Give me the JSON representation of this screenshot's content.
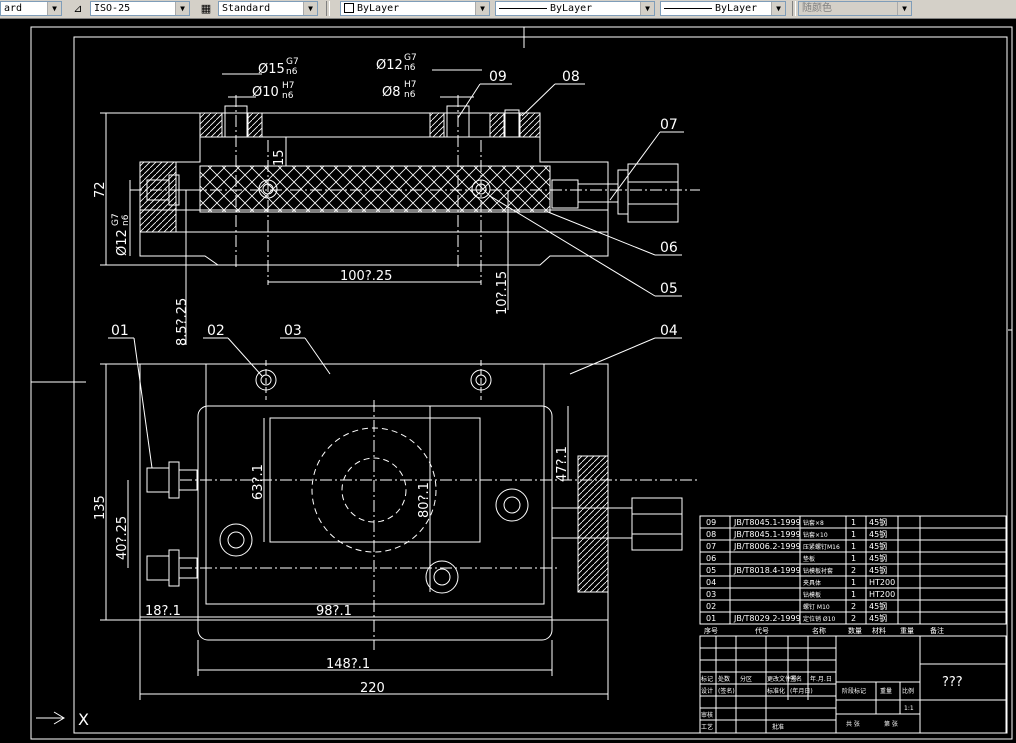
{
  "toolbar": {
    "text_style": "ard",
    "dim_style": "ISO-25",
    "table_style": "Standard",
    "layer": "ByLayer",
    "linetype": "ByLayer",
    "lineweight": "ByLayer",
    "plot_style": "随颜色"
  },
  "drawing": {
    "dims": {
      "d15": "Ø15",
      "d15_tol_top": "G7",
      "d15_tol_bot": "n6",
      "d10": "Ø10",
      "d10_tol_top": "H7",
      "d10_tol_bot": "n6",
      "d12": "Ø12",
      "d12_tol_top": "G7",
      "d12_tol_bot": "n6",
      "d8": "Ø8",
      "d8_tol_top": "H7",
      "d8_tol_bot": "n6",
      "d12_side": "Ø12",
      "d12_side_tol_top": "G7",
      "d12_side_tol_bot": "n6",
      "h72": "72",
      "h15": "15",
      "l100": "100?.25",
      "l10": "10?.15",
      "l8_5": "8.5?.25",
      "h135": "135",
      "h40": "40?.25",
      "h63": "63?.1",
      "h80": "80?.1",
      "h47": "47?.1",
      "l18": "18?.1",
      "l98": "98?.1",
      "l148": "148?.1",
      "l220": "220"
    },
    "balloons": {
      "b01": "01",
      "b02": "02",
      "b03": "03",
      "b04": "04",
      "b05": "05",
      "b06": "06",
      "b07": "07",
      "b08": "08",
      "b09": "09"
    },
    "ucs_label": "X"
  },
  "bom": {
    "rows": [
      {
        "no": "09",
        "code": "JB/T8045.1-1999",
        "name": "钻套×8",
        "qty": "1",
        "mat": "45钢"
      },
      {
        "no": "08",
        "code": "JB/T8045.1-1999",
        "name": "钻套×10",
        "qty": "1",
        "mat": "45钢"
      },
      {
        "no": "07",
        "code": "JB/T8006.2-1999",
        "name": "压紧螺钉M16",
        "qty": "1",
        "mat": "45钢"
      },
      {
        "no": "06",
        "code": "",
        "name": "垫板",
        "qty": "1",
        "mat": "45钢"
      },
      {
        "no": "05",
        "code": "JB/T8018.4-1999",
        "name": "钻模板衬套",
        "qty": "2",
        "mat": "45钢"
      },
      {
        "no": "04",
        "code": "",
        "name": "夹具体",
        "qty": "1",
        "mat": "HT200"
      },
      {
        "no": "03",
        "code": "",
        "name": "钻模板",
        "qty": "1",
        "mat": "HT200"
      },
      {
        "no": "02",
        "code": "",
        "name": "螺钉 M10",
        "qty": "2",
        "mat": "45钢"
      },
      {
        "no": "01",
        "code": "JB/T8029.2-1999",
        "name": "定位销 Ø10",
        "qty": "2",
        "mat": "45钢"
      }
    ],
    "header": {
      "no": "序号",
      "code": "代号",
      "name": "名称",
      "qty": "数量",
      "mat": "材料",
      "wt": "重量",
      "note": "备注"
    },
    "title_block": {
      "title": "???",
      "scale": "1:1",
      "labels": {
        "mark": "标记",
        "count": "处数",
        "zone": "分区",
        "change_no": "更改文件号",
        "sign": "签名",
        "date": "年.月.日",
        "design": "设计",
        "std": "标准化",
        "stage": "阶段标记",
        "weight": "重量",
        "scale_lbl": "比例",
        "check": "审核",
        "process": "工艺",
        "approve": "批准",
        "sheets": "共 张",
        "sheet": "第 张",
        "sig_blank": "(签名)",
        "date_blank": "(年月日)"
      }
    }
  }
}
